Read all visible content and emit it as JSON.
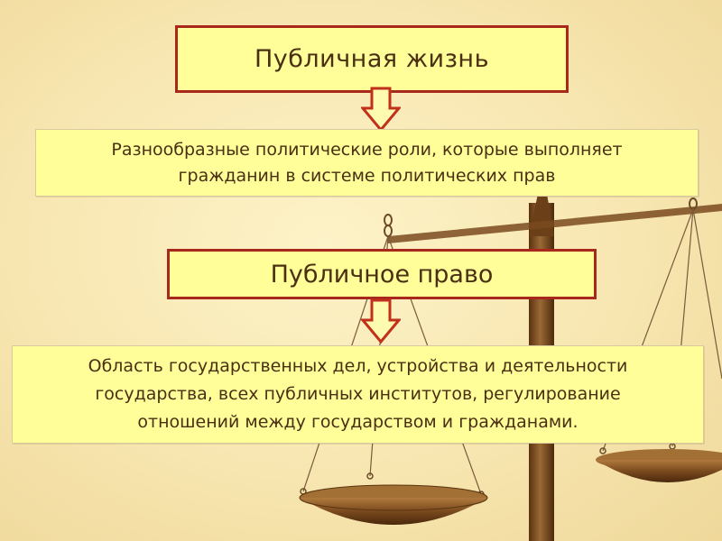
{
  "diagram": {
    "top_box": "Публичная жизнь",
    "roles_box": "Разнообразные политические роли, которые выполняет\nгражданин в системе политических прав",
    "law_box": "Публичное право",
    "domain_box": "Область государственных дел, устройства и деятельности\nгосударства, всех публичных институтов, регулирование\nотношений между государством и гражданами."
  },
  "colors": {
    "box_fill": "#fffe99",
    "box_border": "#a8281b",
    "arrow_fill": "#fefbb0",
    "arrow_stroke": "#c0301a",
    "text": "#4a2f12",
    "background": "#f6e7b5",
    "scales_wood": "#7a4a1e"
  },
  "icons": {
    "arrow": "down-arrow-icon",
    "background_image": "balance-scales-icon"
  }
}
